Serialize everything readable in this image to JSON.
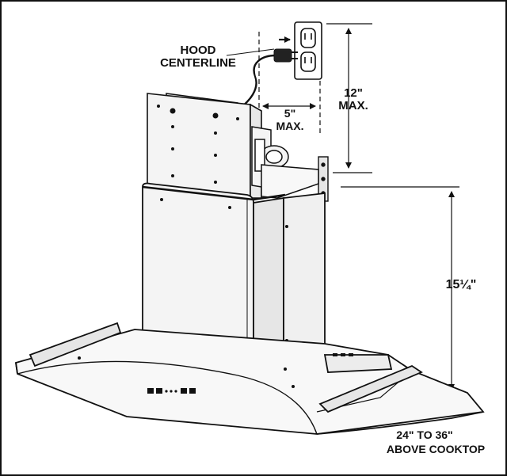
{
  "labels": {
    "hood_line1": "HOOD",
    "hood_line2": "CENTERLINE",
    "outlet_offset_value": "5\"",
    "outlet_offset_unit": "MAX.",
    "outlet_height_value": "12\"",
    "outlet_height_unit": "MAX.",
    "chimney_height": "15¼\"",
    "mount_line1": "24\" TO 36\"",
    "mount_line2": "ABOVE COOKTOP"
  },
  "colors": {
    "line": "#111111",
    "panel_fill": "#f4f4f4",
    "background": "#ffffff"
  }
}
